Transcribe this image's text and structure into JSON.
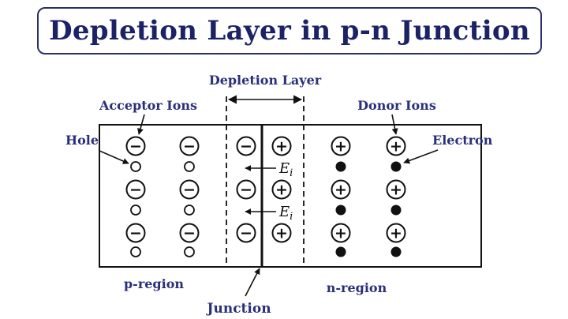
{
  "title": "Depletion Layer in p-n Junction",
  "labels": {
    "depletion_layer": "Depletion Layer",
    "acceptor_ions": "Acceptor Ions",
    "donor_ions": "Donor Ions",
    "hole": "Hole",
    "electron": "Electron",
    "p_region": "p-region",
    "n_region": "n-region",
    "junction": "Junction",
    "field_1": "E",
    "field_1_sub": "i",
    "field_2": "E",
    "field_2_sub": "i"
  },
  "ion_signs": {
    "acceptor": "−",
    "donor": "+"
  },
  "colors": {
    "title": "#1c2266",
    "label": "#2a2f7a",
    "line": "#111111"
  }
}
